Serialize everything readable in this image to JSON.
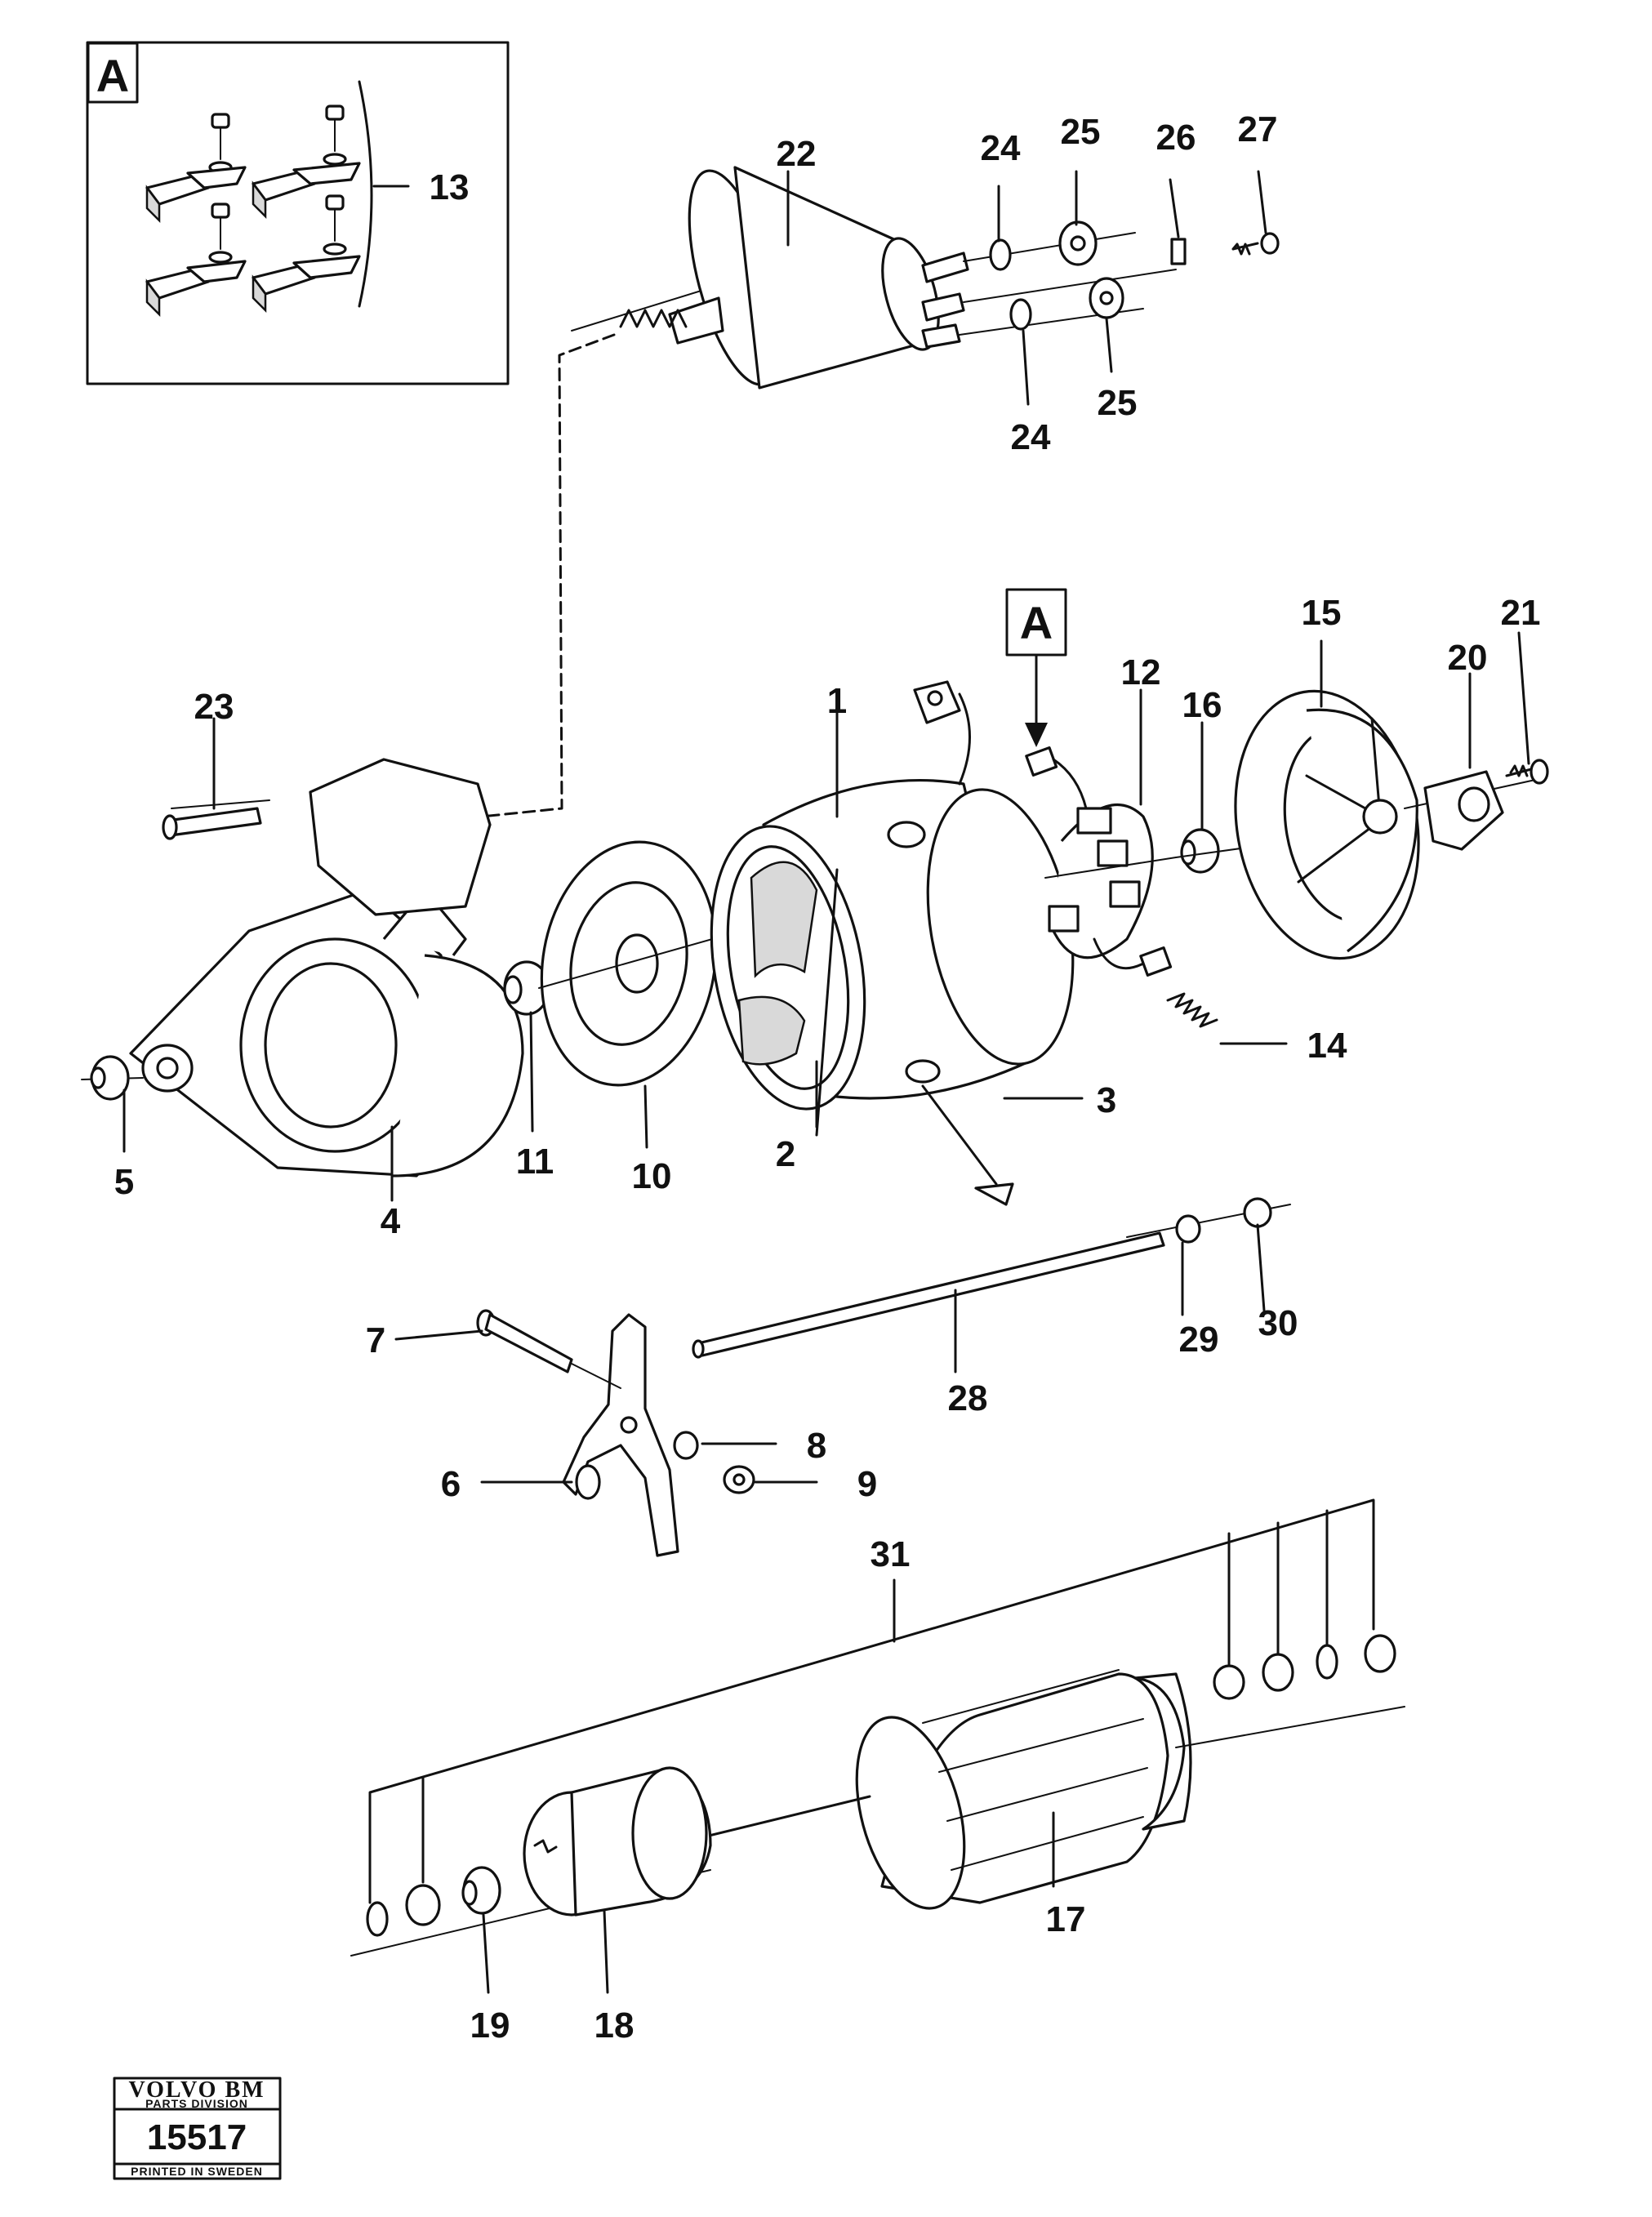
{
  "detail_box_label": "A",
  "detail_pointer_label": "A",
  "callouts": [
    "1",
    "2",
    "3",
    "4",
    "5",
    "6",
    "7",
    "8",
    "9",
    "10",
    "11",
    "12",
    "13",
    "14",
    "15",
    "16",
    "17",
    "18",
    "19",
    "20",
    "21",
    "22",
    "23",
    "24",
    "24",
    "25",
    "25",
    "26",
    "27",
    "28",
    "29",
    "30",
    "31"
  ],
  "logo": {
    "brand": "VOLVO BM",
    "division": "PARTS DIVISION",
    "number": "15517",
    "printed": "PRINTED IN SWEDEN"
  }
}
